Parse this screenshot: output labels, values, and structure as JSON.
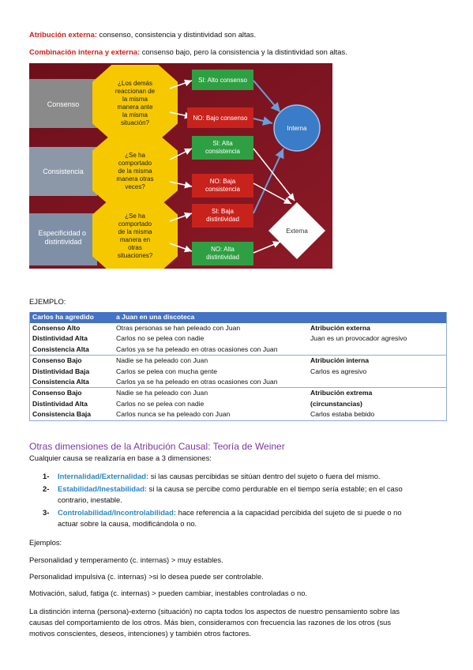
{
  "intro": {
    "line1_label": "Atribución externa:",
    "line1_text": " consenso, consistencia y distintividad son altas.",
    "line2_label": "Combinación interna y externa:",
    "line2_text": " consenso bajo, pero la consistencia y la distintividad son altas."
  },
  "diagram": {
    "colors": {
      "bg": "#7e1522",
      "yellow": "#f6c800",
      "green": "#2ea043",
      "red": "#c8221c",
      "grey": "#8a8a8a",
      "blue_circle": "#3a7cc7",
      "white": "#ffffff"
    },
    "rows": [
      {
        "label": "Consenso",
        "question": [
          "¿Los demás",
          "reaccionan de",
          "la misma",
          "manera ante",
          "la misma",
          "situación?"
        ],
        "yes": [
          "SI: Alto consenso"
        ],
        "no": [
          "NO: Bajo consenso"
        ]
      },
      {
        "label": "Consistencia",
        "question": [
          "¿Se ha",
          "comportado",
          "de la misma",
          "manera otras",
          "veces?"
        ],
        "yes": [
          "SI: Alta",
          "consistencia"
        ],
        "no": [
          "NO: Baja",
          "consistencia"
        ]
      },
      {
        "label": [
          "Especificidad o",
          "distintividad"
        ],
        "question": [
          "¿Se ha",
          "comportado",
          "de la misma",
          "manera en",
          "otras",
          "situaciones?"
        ],
        "yes": [
          "SI: Baja",
          "distintividad"
        ],
        "no": [
          "NO: Alta",
          "distintividad"
        ]
      }
    ],
    "interna": "Interna",
    "externa": "Externa"
  },
  "example": {
    "heading": "EJEMPLO:",
    "header": [
      "Carlos ha agredido",
      "a Juan en una discoteca",
      ""
    ],
    "groups": [
      {
        "rows": [
          [
            "Consenso Alto",
            "Otras personas se han peleado con Juan",
            "Atribución externa"
          ],
          [
            "Distintividad Alta",
            "Carlos no se pelea con nadie",
            "Juan es un provocador agresivo"
          ],
          [
            "Consistencia Alta",
            "Carlos ya se ha peleado en otras ocasiones con Juan",
            ""
          ]
        ]
      },
      {
        "rows": [
          [
            "Consenso Bajo",
            "Nadie se ha peleado con Juan",
            "Atribución interna"
          ],
          [
            "Distintividad Baja",
            "Carlos se pelea con mucha gente",
            "Carlos es agresivo"
          ],
          [
            "Consistencia Alta",
            "Carlos ya se ha peleado en otras ocasiones con Juan",
            ""
          ]
        ]
      },
      {
        "rows": [
          [
            "Consenso Bajo",
            "Nadie se ha peleado con Juan",
            "Atribución extrema"
          ],
          [
            "Distintividad Alta",
            "Carlos no se pelea con nadie",
            "(circunstancias)"
          ],
          [
            "Consistencia Baja",
            "Carlos nunca se ha peleado con Juan",
            "Carlos estaba bebido"
          ]
        ]
      }
    ]
  },
  "weiner": {
    "title": "Otras dimensiones de la Atribución Causal: Teoría de Weiner",
    "intro": "Cualquier causa se realizaría en base a 3 dimensiones:",
    "items": [
      {
        "num": "1-",
        "term": "Internalidad/Externalidad:",
        "lines": [
          " si las causas percibidas se sitúan dentro del sujeto o fuera del mismo."
        ]
      },
      {
        "num": "2-",
        "term": "Estabilidad/Inestabilidad:",
        "lines": [
          " si la causa se percibe como perdurable en el tiempo sería estable; en el caso",
          "contrario, inestable."
        ]
      },
      {
        "num": "3-",
        "term": "Controlabilidad/Incontrolabilidad:",
        "lines": [
          " hace referencia a la capacidad percibida del sujeto de si puede o no",
          "actuar sobre la causa, modificándola o no."
        ]
      }
    ],
    "examples_heading": "Ejemplos:",
    "examples": [
      "Personalidad y temperamento (c. internas) > muy estables.",
      "Personalidad impulsiva (c. internas) >si lo desea puede ser controlable.",
      "Motivación, salud, fatiga (c. internas) > pueden cambiar, inestables controladas o no."
    ],
    "closing": [
      "La distinción interna (persona)-externo (situación) no capta todos los aspectos de nuestro pensamiento sobre las",
      "causas del comportamiento de los otros. Más bien, consideramos con frecuencia las razones de los otros (sus",
      "motivos conscientes, deseos, intenciones) y también otros factores."
    ]
  }
}
